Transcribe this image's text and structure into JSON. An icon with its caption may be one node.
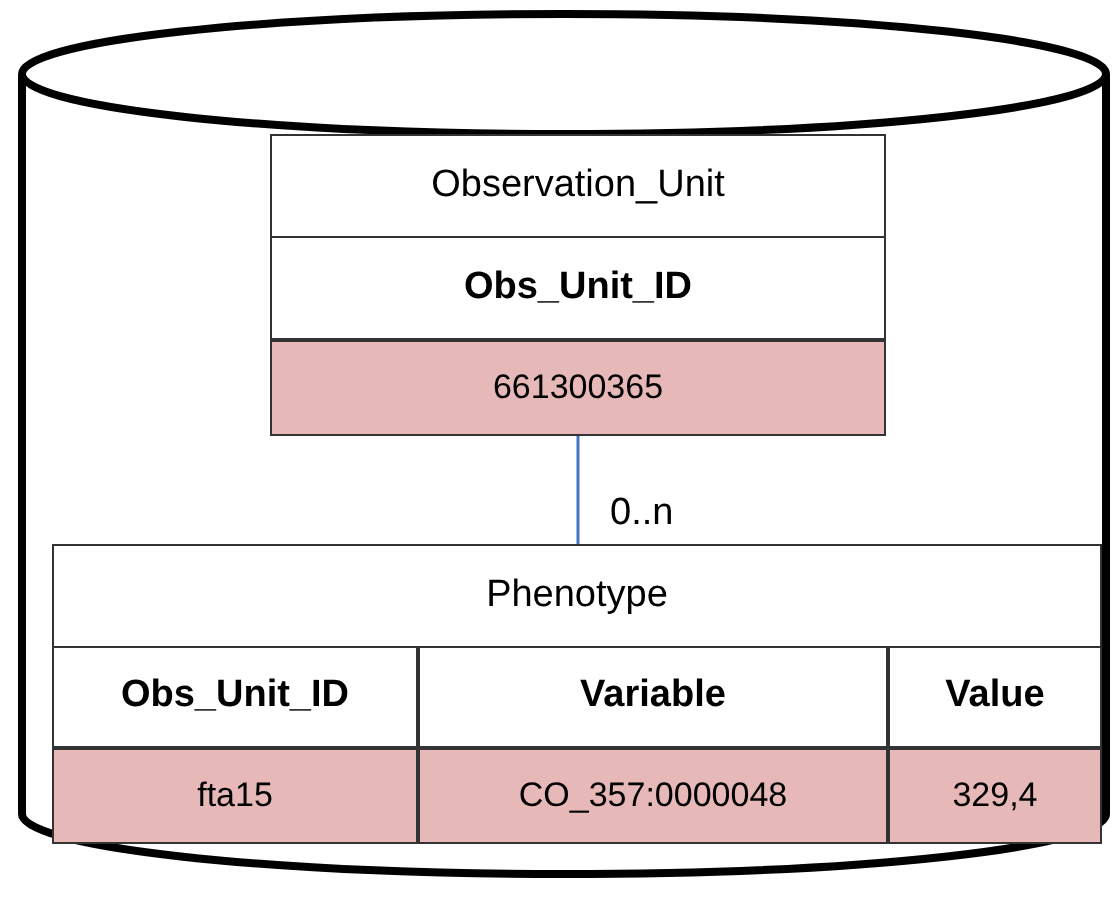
{
  "diagram": {
    "nodes": [
      {
        "text": [],
        "shape": "cylinder"
      },
      {
        "text": [
          "Observation_Unit"
        ],
        "in": 0
      },
      {
        "text": [
          "Obs_Unit_ID"
        ],
        "in": 1
      },
      {
        "text": [
          "661300365"
        ],
        "in": 1
      },
      {
        "text": [
          "Phenotype"
        ],
        "in": 0
      },
      {
        "text": [
          "Obs_Unit_ID"
        ],
        "in": 4
      },
      {
        "text": [
          "Variable"
        ],
        "in": 4
      },
      {
        "text": [
          "Value"
        ],
        "in": 4
      },
      {
        "text": [
          "fta15"
        ],
        "in": 4
      },
      {
        "text": [
          "CO_357:0000048"
        ],
        "in": 4
      },
      {
        "text": [
          "329,4"
        ],
        "in": 4
      }
    ],
    "edges": [
      {
        "from": 3,
        "to": 4,
        "arrow": "none",
        "label": "0..n"
      }
    ]
  }
}
